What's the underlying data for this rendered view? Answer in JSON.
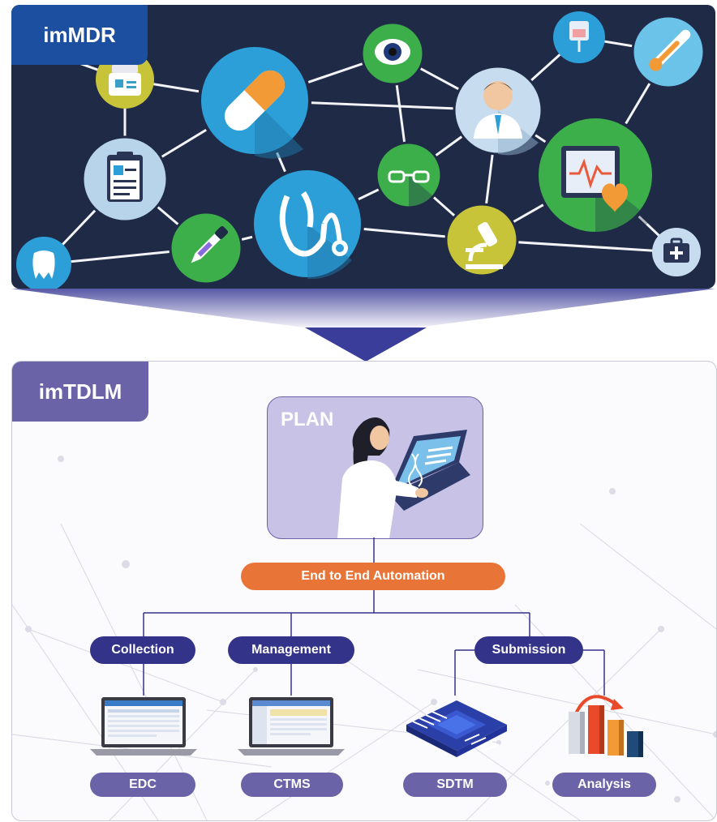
{
  "top_panel": {
    "tag": "imMDR",
    "colors": {
      "background": "#1f2a47",
      "tag": "#1d4fa0"
    },
    "icons": [
      "medicine-bottle-icon",
      "pill-icon",
      "eye-icon",
      "iv-bag-icon",
      "thermometer-icon",
      "clipboard-icon",
      "doctor-icon",
      "glasses-icon",
      "heart-monitor-icon",
      "stethoscope-icon",
      "tooth-icon",
      "dropper-icon",
      "microscope-icon",
      "first-aid-kit-icon"
    ]
  },
  "bottom_panel": {
    "tag": "imTDLM",
    "plan_label": "PLAN",
    "automation_label": "End to End Automation",
    "categories": [
      {
        "label": "Collection"
      },
      {
        "label": "Management"
      },
      {
        "label": "Submission"
      }
    ],
    "outputs": [
      {
        "label": "EDC",
        "icon": "laptop-icon"
      },
      {
        "label": "CTMS",
        "icon": "laptop-icon"
      },
      {
        "label": "SDTM",
        "icon": "chip-icon"
      },
      {
        "label": "Analysis",
        "icon": "bar-chart-icon"
      }
    ],
    "colors": {
      "tag": "#6a63a8",
      "category": "#34338a",
      "automation": "#e87537",
      "plan": "#c8c3e6"
    }
  }
}
